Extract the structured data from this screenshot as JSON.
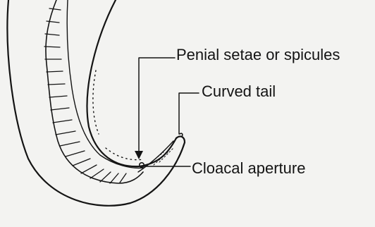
{
  "labels": {
    "penial_setae": "Penial setae or spicules",
    "curved_tail": "Curved tail",
    "cloacal_aperture": "Cloacal aperture"
  },
  "colors": {
    "background": "#f3f3f1",
    "ink": "#141414"
  }
}
